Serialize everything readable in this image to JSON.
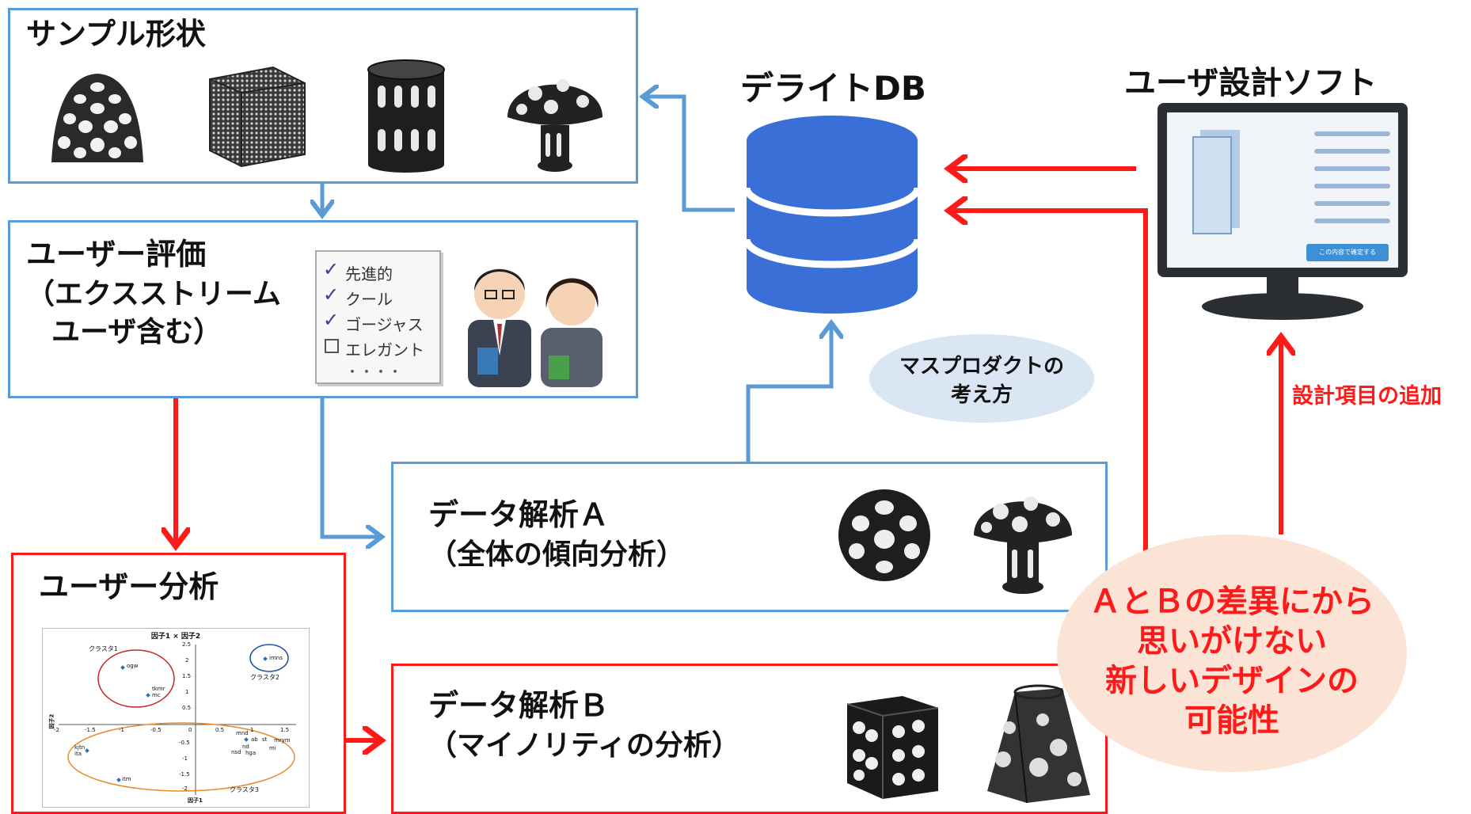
{
  "boxes": {
    "sample": {
      "title": "サンプル形状"
    },
    "eval": {
      "title": "ユーザー評価",
      "line2": "（エクスストリーム",
      "line3": "ユーザ含む）"
    },
    "user_analysis": {
      "title": "ユーザー分析"
    },
    "analysis_a": {
      "title": "データ解析Ａ",
      "sub": "（全体の傾向分析）"
    },
    "analysis_b": {
      "title": "データ解析Ｂ",
      "sub": "（マイノリティの分析）"
    }
  },
  "db": {
    "label": "デライトDB"
  },
  "software": {
    "label": "ユーザ設計ソフト",
    "button": "この内容で確定する"
  },
  "checklist": {
    "items": [
      "先進的",
      "クール",
      "ゴージャス",
      "エレガント"
    ]
  },
  "mass_product": {
    "line1": "マスプロダクトの",
    "line2": "考え方"
  },
  "design_add": {
    "label": "設計項目の追加"
  },
  "possibility": {
    "line1": "ＡとＢの差異にから",
    "line2": "思いがけない",
    "line3": "新しいデザインの",
    "line4": "可能性"
  },
  "scatter": {
    "title": "因子1 × 因子2",
    "xlabel": "因子1",
    "ylabel": "因子2",
    "clusters": [
      "クラスタ1",
      "クラスタ2",
      "クラスタ3"
    ],
    "points": [
      "ogw",
      "tkmr",
      "mc",
      "imns",
      "mnd",
      "ab",
      "st",
      "mrym",
      "nd",
      "mi",
      "nsd",
      "hga",
      "kjtn",
      "ita",
      "itm"
    ],
    "xticks": [
      "-2",
      "-1.5",
      "-1",
      "-0.5",
      "0",
      "0.5",
      "1",
      "1.5"
    ],
    "yticks": [
      "2.5",
      "2",
      "1.5",
      "1",
      "0.5",
      "-0.5",
      "-1",
      "-1.5",
      "-2"
    ]
  },
  "colors": {
    "blue_arrow": "#5b9bd5",
    "red_arrow": "#ff1a1a",
    "db": "#3b6fd8",
    "ellipse_blue": "#dbe6f4",
    "ellipse_peach": "#fbe4d6"
  }
}
